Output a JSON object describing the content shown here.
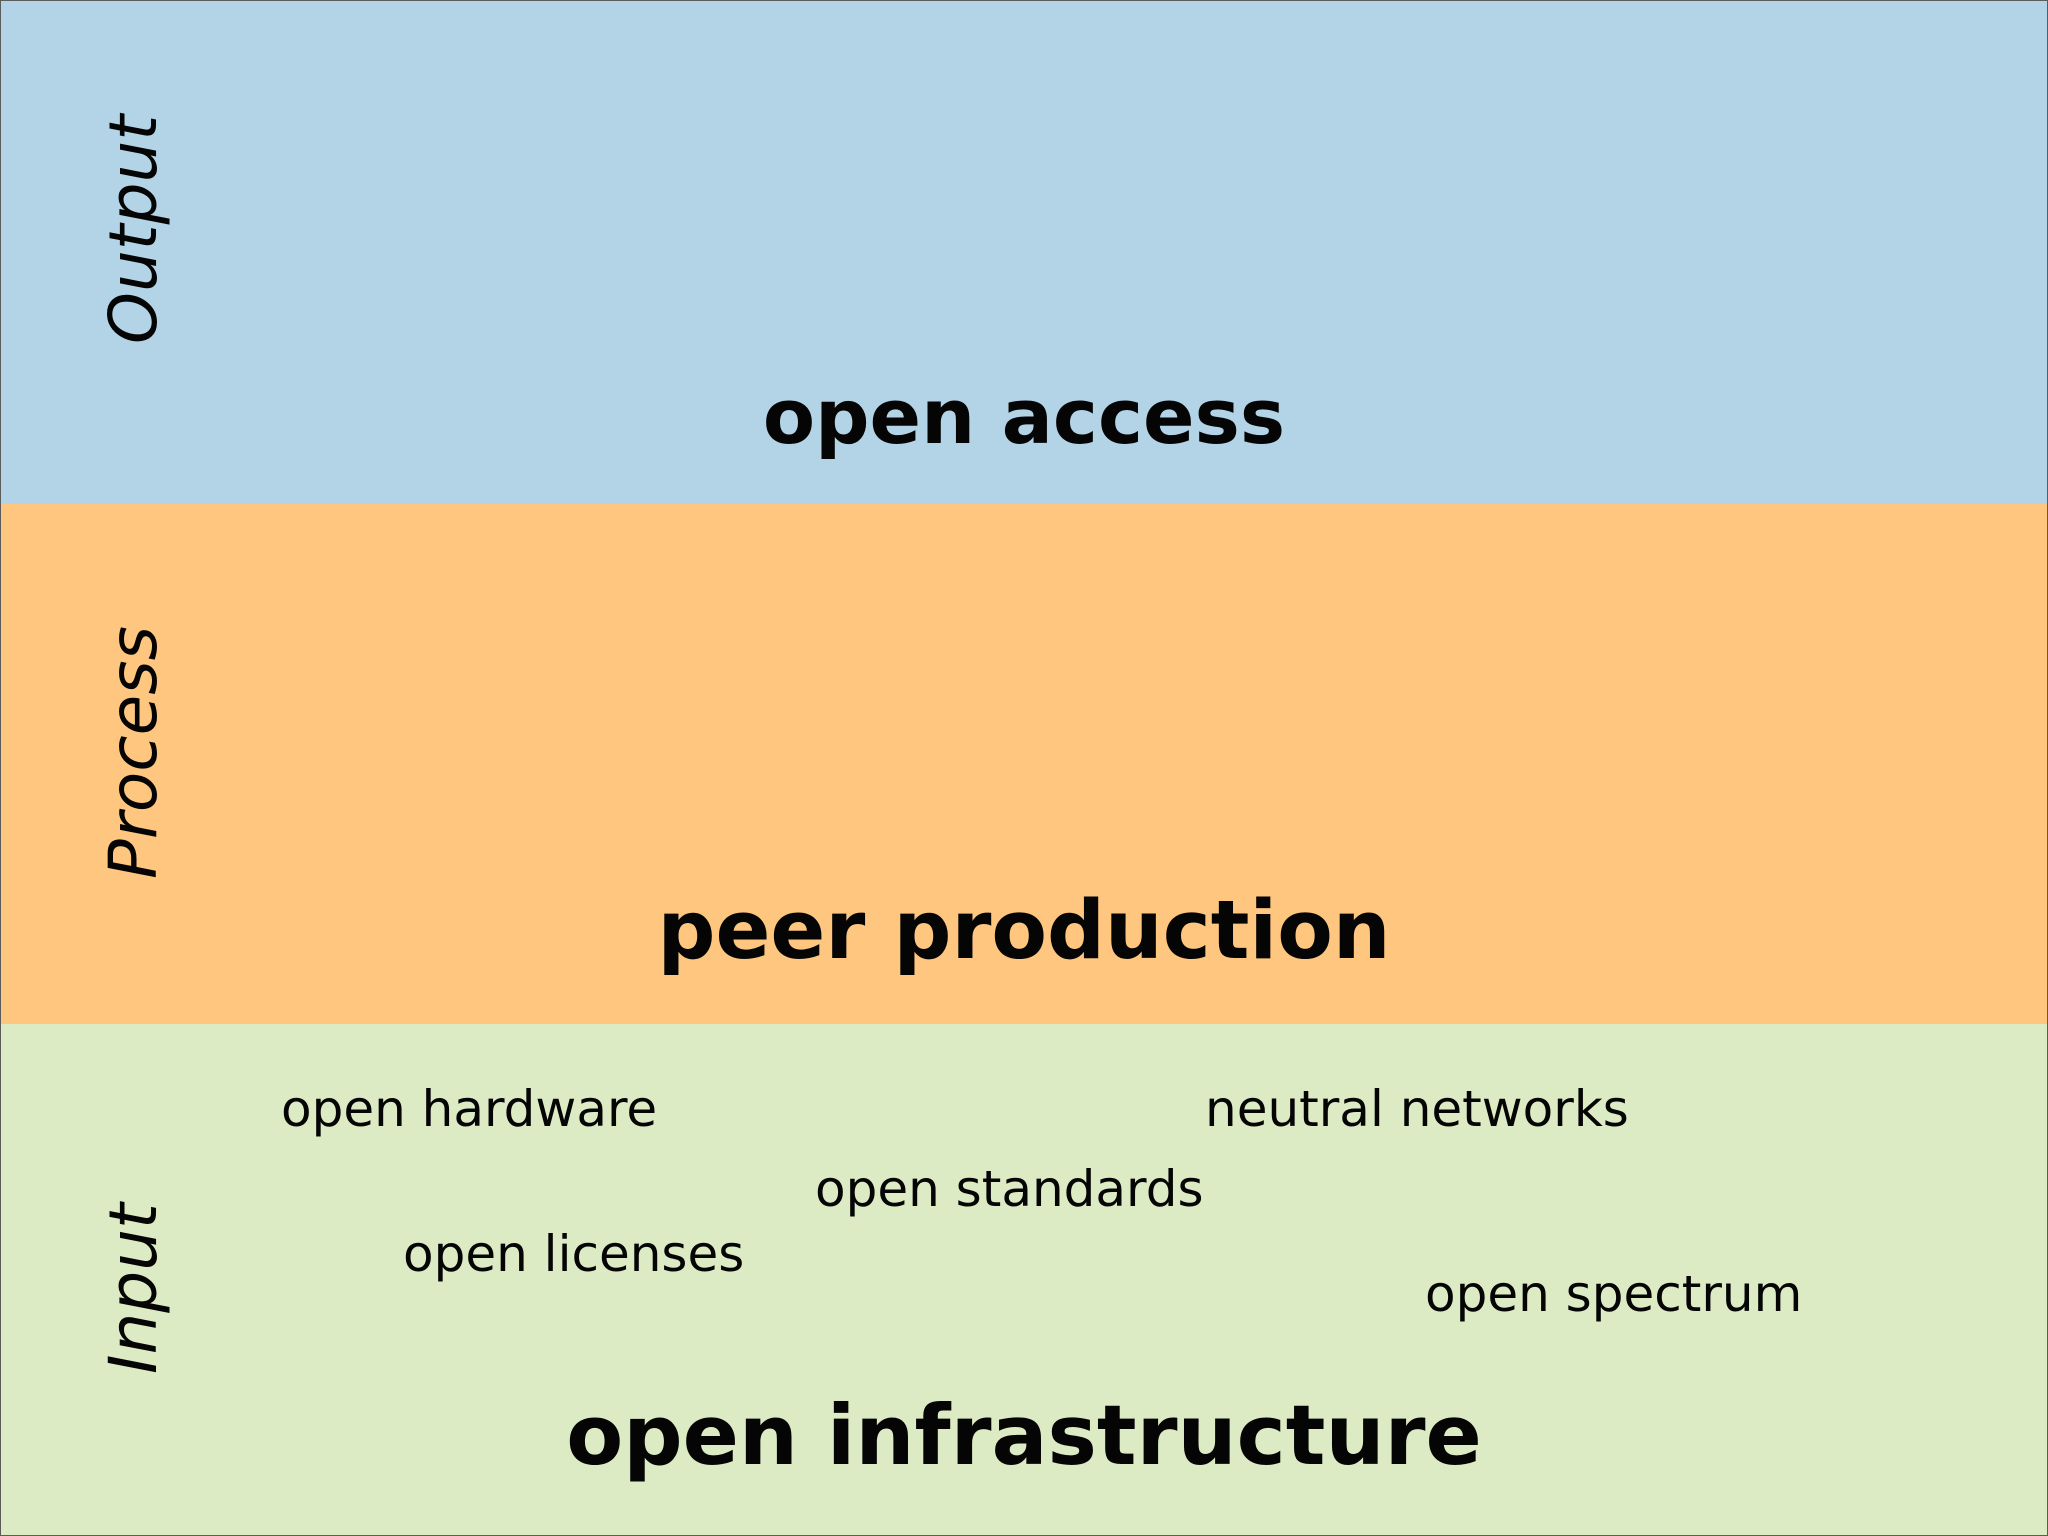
{
  "colors": {
    "output_band": "#b3d3e6",
    "process_band": "#fec67f",
    "input_band": "#ddebc4",
    "text": "#050505"
  },
  "layers": [
    {
      "label": "Output",
      "headline": "open access"
    },
    {
      "label": "Process",
      "headline": "peer production"
    },
    {
      "label": "Input",
      "headline": "open infrastructure",
      "items": [
        "open hardware",
        "neutral networks",
        "open standards",
        "open licenses",
        "open spectrum"
      ]
    }
  ]
}
